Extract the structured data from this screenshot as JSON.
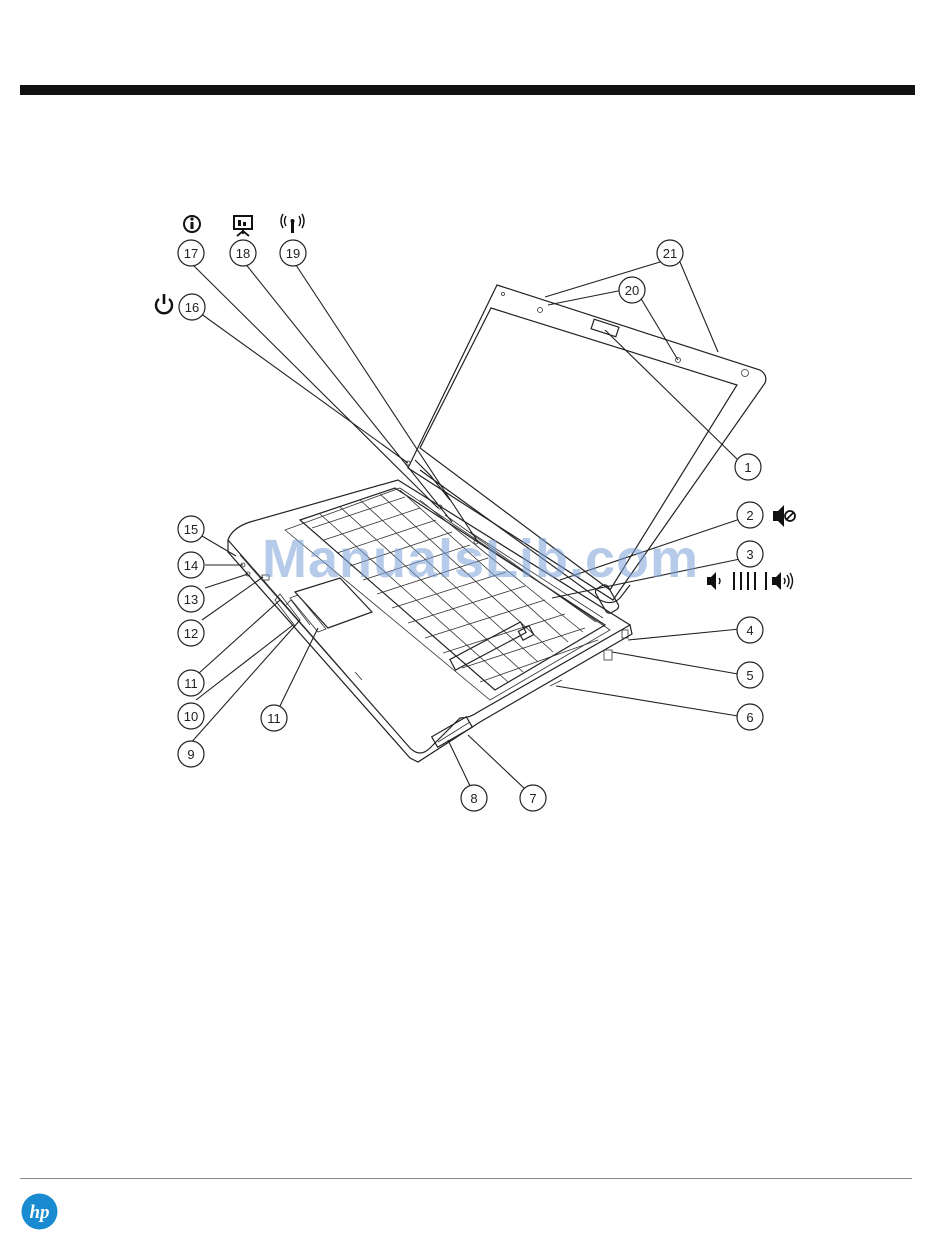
{
  "callouts": {
    "c1": "1",
    "c2": "2",
    "c3": "3",
    "c4": "4",
    "c5": "5",
    "c6": "6",
    "c7": "7",
    "c8": "8",
    "c9": "9",
    "c10": "10",
    "c11a": "11",
    "c11b": "11",
    "c12": "12",
    "c13": "13",
    "c14": "14",
    "c15": "15",
    "c16": "16",
    "c17": "17",
    "c18": "18",
    "c19": "19",
    "c20": "20",
    "c21": "21"
  },
  "icons": {
    "c2": "mute-icon",
    "c3": "volume-scroll-icon",
    "c16": "power-icon",
    "c17": "info-icon",
    "c18": "presentation-icon",
    "c19": "wireless-icon"
  },
  "watermark": "ManualsLib.com",
  "logo": {
    "text": "hp",
    "color": "#1a8bd0"
  }
}
